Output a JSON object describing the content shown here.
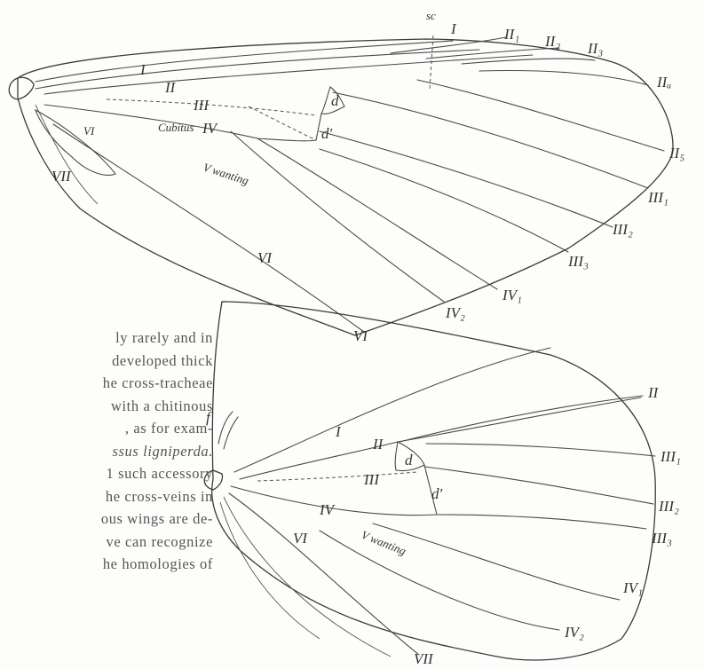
{
  "figure_top": {
    "sc_label": "sc",
    "vein_labels": {
      "I_outer": "I",
      "II_1": "II₁",
      "II_2": "II₂",
      "II_3": "II₃",
      "II_4": "IIᵤ",
      "II_5": "II₅",
      "III_1": "III₁",
      "III_2": "III₂",
      "III_3": "III₃",
      "IV_1": "IV₁",
      "IV_2": "IV₂",
      "VI_bottom": "VI",
      "I_inner": "I",
      "II_inner": "II",
      "III_inner": "III",
      "cubitus": "Cubitus",
      "IV_inner": "IV",
      "d": "d",
      "d_prime": "d′",
      "VI_inner": "VI",
      "VI_left": "VI",
      "VII": "VII",
      "V_wanting": "V wanting"
    }
  },
  "figure_bottom": {
    "vein_labels": {
      "f": "f",
      "I": "I",
      "II_inner": "II",
      "d": "d",
      "III_inner": "III",
      "d_prime": "d′",
      "IV_inner": "IV",
      "VI_inner": "VI",
      "V_wanting": "V wanting",
      "VII": "VII",
      "II": "II",
      "III_1": "III₁",
      "III_2": "III₂",
      "III_3": "III₃",
      "IV_1": "IV₁",
      "IV_2": "IV₂"
    }
  },
  "body_text": {
    "line1": "ly rarely and in",
    "line2": "developed thick",
    "line3": "he cross-tracheae",
    "line4": "with a chitinous",
    "line5": ", as for exam-",
    "line6": "ssus ligniperda.",
    "line7": "1 such accessory",
    "line8": "he cross-veins in",
    "line9": "ous wings are de-",
    "line10": "ve can recognize",
    "line11": "he homologies of"
  }
}
